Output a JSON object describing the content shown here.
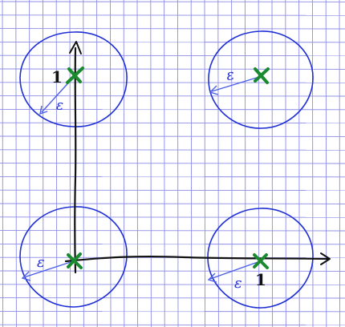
{
  "figure": {
    "description_free": true,
    "colors": {
      "grid": "#8c8ce6",
      "axis": "#111111",
      "circle": "#1f2fd6",
      "radius": "#4a5de8",
      "marker": "#1a8a2e",
      "label": "#111111"
    },
    "icons": {
      "marker": "green-x-mark"
    },
    "labels": {
      "epsilon": "ε",
      "one_y": "1",
      "one_x": "1"
    }
  }
}
